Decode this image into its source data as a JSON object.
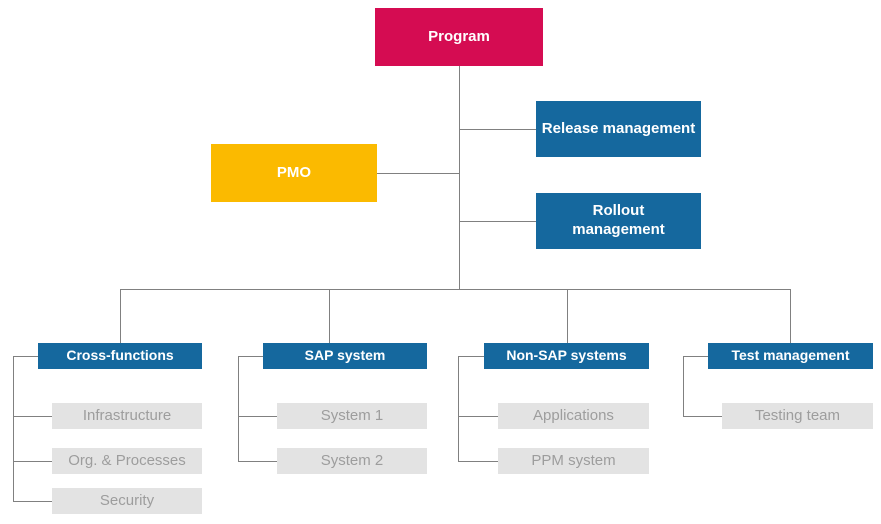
{
  "colors": {
    "program_box": "#D50C52",
    "management_box": "#15689E",
    "pmo_box": "#FBBA00",
    "child_box_bg": "#E3E3E3",
    "child_box_text": "#9D9D9D",
    "box_label_text": "#FFFFFF",
    "connector_line": "#808080",
    "background": "#FFFFFF"
  },
  "org_chart": {
    "root": {
      "label": "Program"
    },
    "staff": {
      "pmo": {
        "label": "PMO"
      },
      "release": {
        "label": "Release management"
      },
      "rollout": {
        "label": "Rollout management"
      }
    },
    "groups": [
      {
        "header": "Cross-functions",
        "children": [
          "Infrastructure",
          "Org. & Processes",
          "Security"
        ]
      },
      {
        "header": "SAP system",
        "children": [
          "System 1",
          "System 2"
        ]
      },
      {
        "header": "Non-SAP systems",
        "children": [
          "Applications",
          "PPM system"
        ]
      },
      {
        "header": "Test management",
        "children": [
          "Testing team"
        ]
      }
    ]
  }
}
